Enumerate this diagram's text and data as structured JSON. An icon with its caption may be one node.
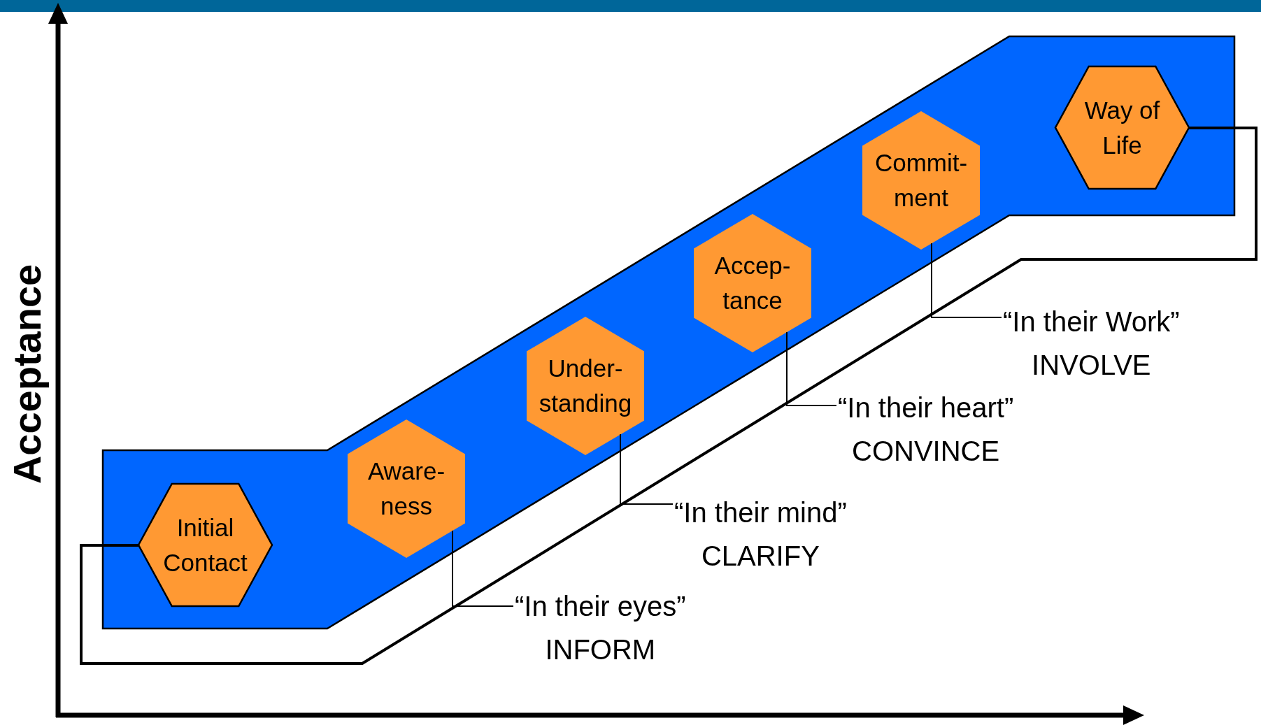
{
  "diagram": {
    "nodes": [
      {
        "text": [],
        "shape": "band"
      },
      {
        "text": [
          "Initial Contact"
        ],
        "in": 0
      },
      {
        "text": [
          "Aware- ness"
        ],
        "in": 0
      },
      {
        "text": [
          "Under- standing"
        ],
        "in": 0
      },
      {
        "text": [
          "Accep- tance"
        ],
        "in": 0
      },
      {
        "text": [
          "Commit- ment"
        ],
        "in": 0
      },
      {
        "text": [
          "Way of Life"
        ],
        "in": 0
      },
      {
        "text": [
          "“In their eyes”",
          "INFORM"
        ]
      },
      {
        "text": [
          "“In their mind”",
          "CLARIFY"
        ]
      },
      {
        "text": [
          "“In their heart”",
          "CONVINCE"
        ]
      },
      {
        "text": [
          "“In their Work”",
          "INVOLVE"
        ]
      }
    ],
    "edges": [
      {
        "from": 1,
        "to": 6,
        "arrow": "none"
      },
      {
        "from": 7,
        "to": 2,
        "arrow": "none"
      },
      {
        "from": 8,
        "to": 3,
        "arrow": "none"
      },
      {
        "from": 9,
        "to": 4,
        "arrow": "none"
      },
      {
        "from": 10,
        "to": 5,
        "arrow": "none"
      }
    ],
    "labels": [
      "Acceptance"
    ]
  }
}
